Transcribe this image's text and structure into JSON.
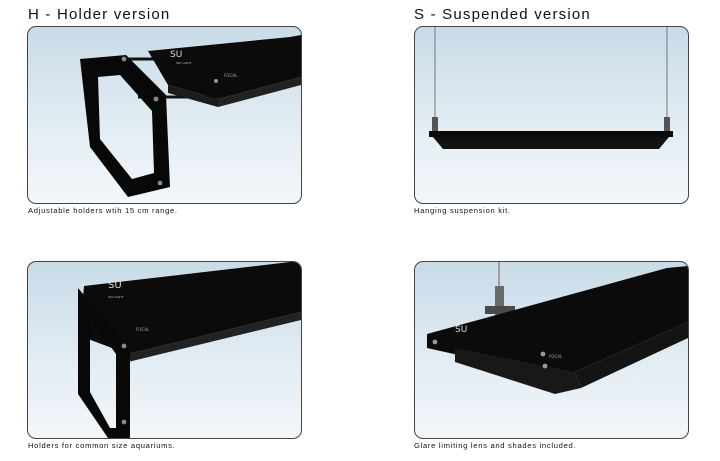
{
  "sections": {
    "holder": {
      "title": "H - Holder version",
      "panels": [
        {
          "caption": "Adjustable holders wtih 15 cm range.",
          "brand_top": "SU",
          "brand_sub": "SKY LIGHT",
          "label": "FOCAL"
        },
        {
          "caption": "Holders for common size aquariums.",
          "brand_top": "SU",
          "brand_sub": "SKY LIGHT",
          "label": "FOCAL"
        }
      ]
    },
    "suspended": {
      "title": "S - Suspended version",
      "panels": [
        {
          "caption": "Hanging suspension kit."
        },
        {
          "caption": "Glare limiting lens and shades included.",
          "brand_top": "SU",
          "label": "FOCAL"
        }
      ]
    }
  },
  "colors": {
    "fixture": "#0b0b0b",
    "border": "#444444",
    "sky_top": "#c9dbe8",
    "sky_bottom": "#f3f7fa"
  }
}
